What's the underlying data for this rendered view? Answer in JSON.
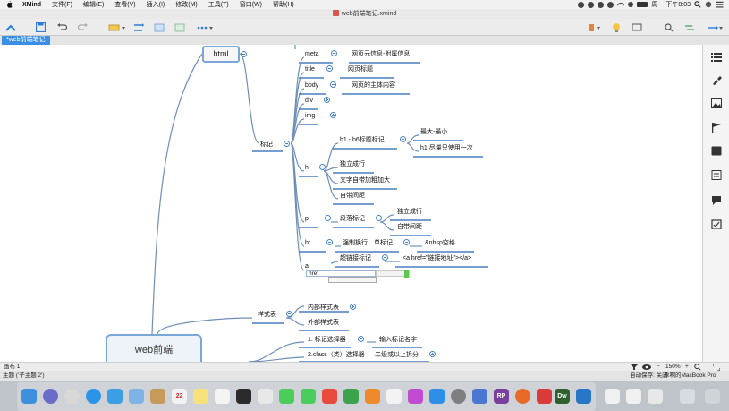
{
  "menubar": {
    "app_name": "XMind",
    "items": [
      "文件(F)",
      "编辑(E)",
      "查看(V)",
      "插入(I)",
      "修改(M)",
      "工具(T)",
      "窗口(W)",
      "帮助(H)"
    ],
    "datetime": "周一 下午8:03"
  },
  "window": {
    "title": "web前端笔记.xmind"
  },
  "tabs": {
    "sheet_tab": "*web前端笔记"
  },
  "mindmap": {
    "root": "web前端",
    "html": "html",
    "biaoji": "标记",
    "meta": "meta",
    "meta_desc": "网页元信息-附属信息",
    "title": "title",
    "title_desc": "网页标题",
    "body": "body",
    "body_desc": "网页的主体内容",
    "div": "div",
    "img": "img",
    "h": "h",
    "h1h6": "h1 - h6标题标记",
    "h_max_min": "最大-最小",
    "h1_once": "h1 尽量只使用一次",
    "h_own_line": "独立成行",
    "h_bold": "文字自带加粗加大",
    "h_spacing": "自带间距",
    "p": "p",
    "p_label": "段落标记",
    "p_own_line": "独立成行",
    "p_spacing": "自带间距",
    "br": "br",
    "br_desc": "强制换行，单标记",
    "nbsp": "&nbsp空格",
    "a": "a",
    "a_label": "超链接标记",
    "a_code": "<a href=\"链接地址\"></a>",
    "href_edit": "href",
    "style_table": "样式表",
    "internal_style": "内部样式表",
    "external_style": "外部样式表",
    "selector1": "1. 标记选择器",
    "selector1_desc": "输入标记名字",
    "selector2": "2.class（类）选择器",
    "selector2_desc": "二级或以上拆分"
  },
  "sheetbar": {
    "sheet_label": "画布 1",
    "zoom": "150%"
  },
  "statusbar": {
    "selection": "主题 ('子主题 2')",
    "autosave": "自动保存: 关闭",
    "device": "厚啊的MacBook Pro"
  },
  "colors": {
    "accent": "#3a8ee6",
    "line": "#4a82c3",
    "border": "#7aa7d8"
  }
}
